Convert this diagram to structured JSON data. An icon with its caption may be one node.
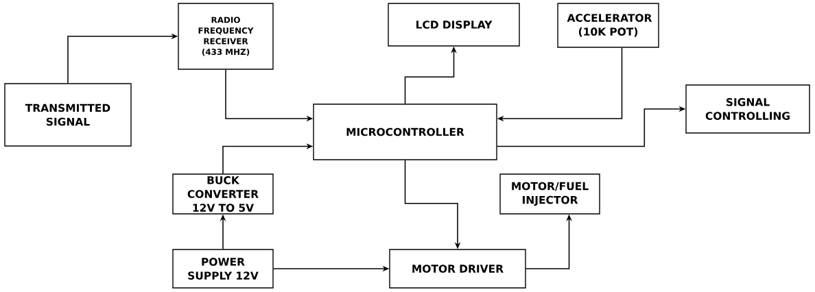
{
  "diagram": {
    "nodes": [
      {
        "text": [
          "TRANSMITTED SIGNAL"
        ]
      },
      {
        "text": [
          "RADIO FREQUENCY RECEIVER (433 MHZ)"
        ]
      },
      {
        "text": [
          "LCD DISPLAY"
        ]
      },
      {
        "text": [
          "ACCELERATOR (10K POT)"
        ]
      },
      {
        "text": [
          "MICROCONTROLLER"
        ]
      },
      {
        "text": [
          "SIGNAL CONTROLLING"
        ]
      },
      {
        "text": [
          "BUCK CONVERTER 12V TO 5V"
        ]
      },
      {
        "text": [
          "MOTOR/FUEL INJECTOR"
        ]
      },
      {
        "text": [
          "POWER SUPPLY 12V"
        ]
      },
      {
        "text": [
          "MOTOR DRIVER"
        ]
      }
    ],
    "edges": [
      {
        "from": 0,
        "to": 1,
        "arrow": "to"
      },
      {
        "from": 1,
        "to": 4,
        "arrow": "to"
      },
      {
        "from": 4,
        "to": 2,
        "arrow": "to"
      },
      {
        "from": 3,
        "to": 4,
        "arrow": "to"
      },
      {
        "from": 4,
        "to": 5,
        "arrow": "to"
      },
      {
        "from": 6,
        "to": 4,
        "arrow": "to"
      },
      {
        "from": 4,
        "to": 9,
        "arrow": "to"
      },
      {
        "from": 8,
        "to": 6,
        "arrow": "to"
      },
      {
        "from": 8,
        "to": 9,
        "arrow": "to"
      },
      {
        "from": 9,
        "to": 7,
        "arrow": "to"
      }
    ]
  }
}
